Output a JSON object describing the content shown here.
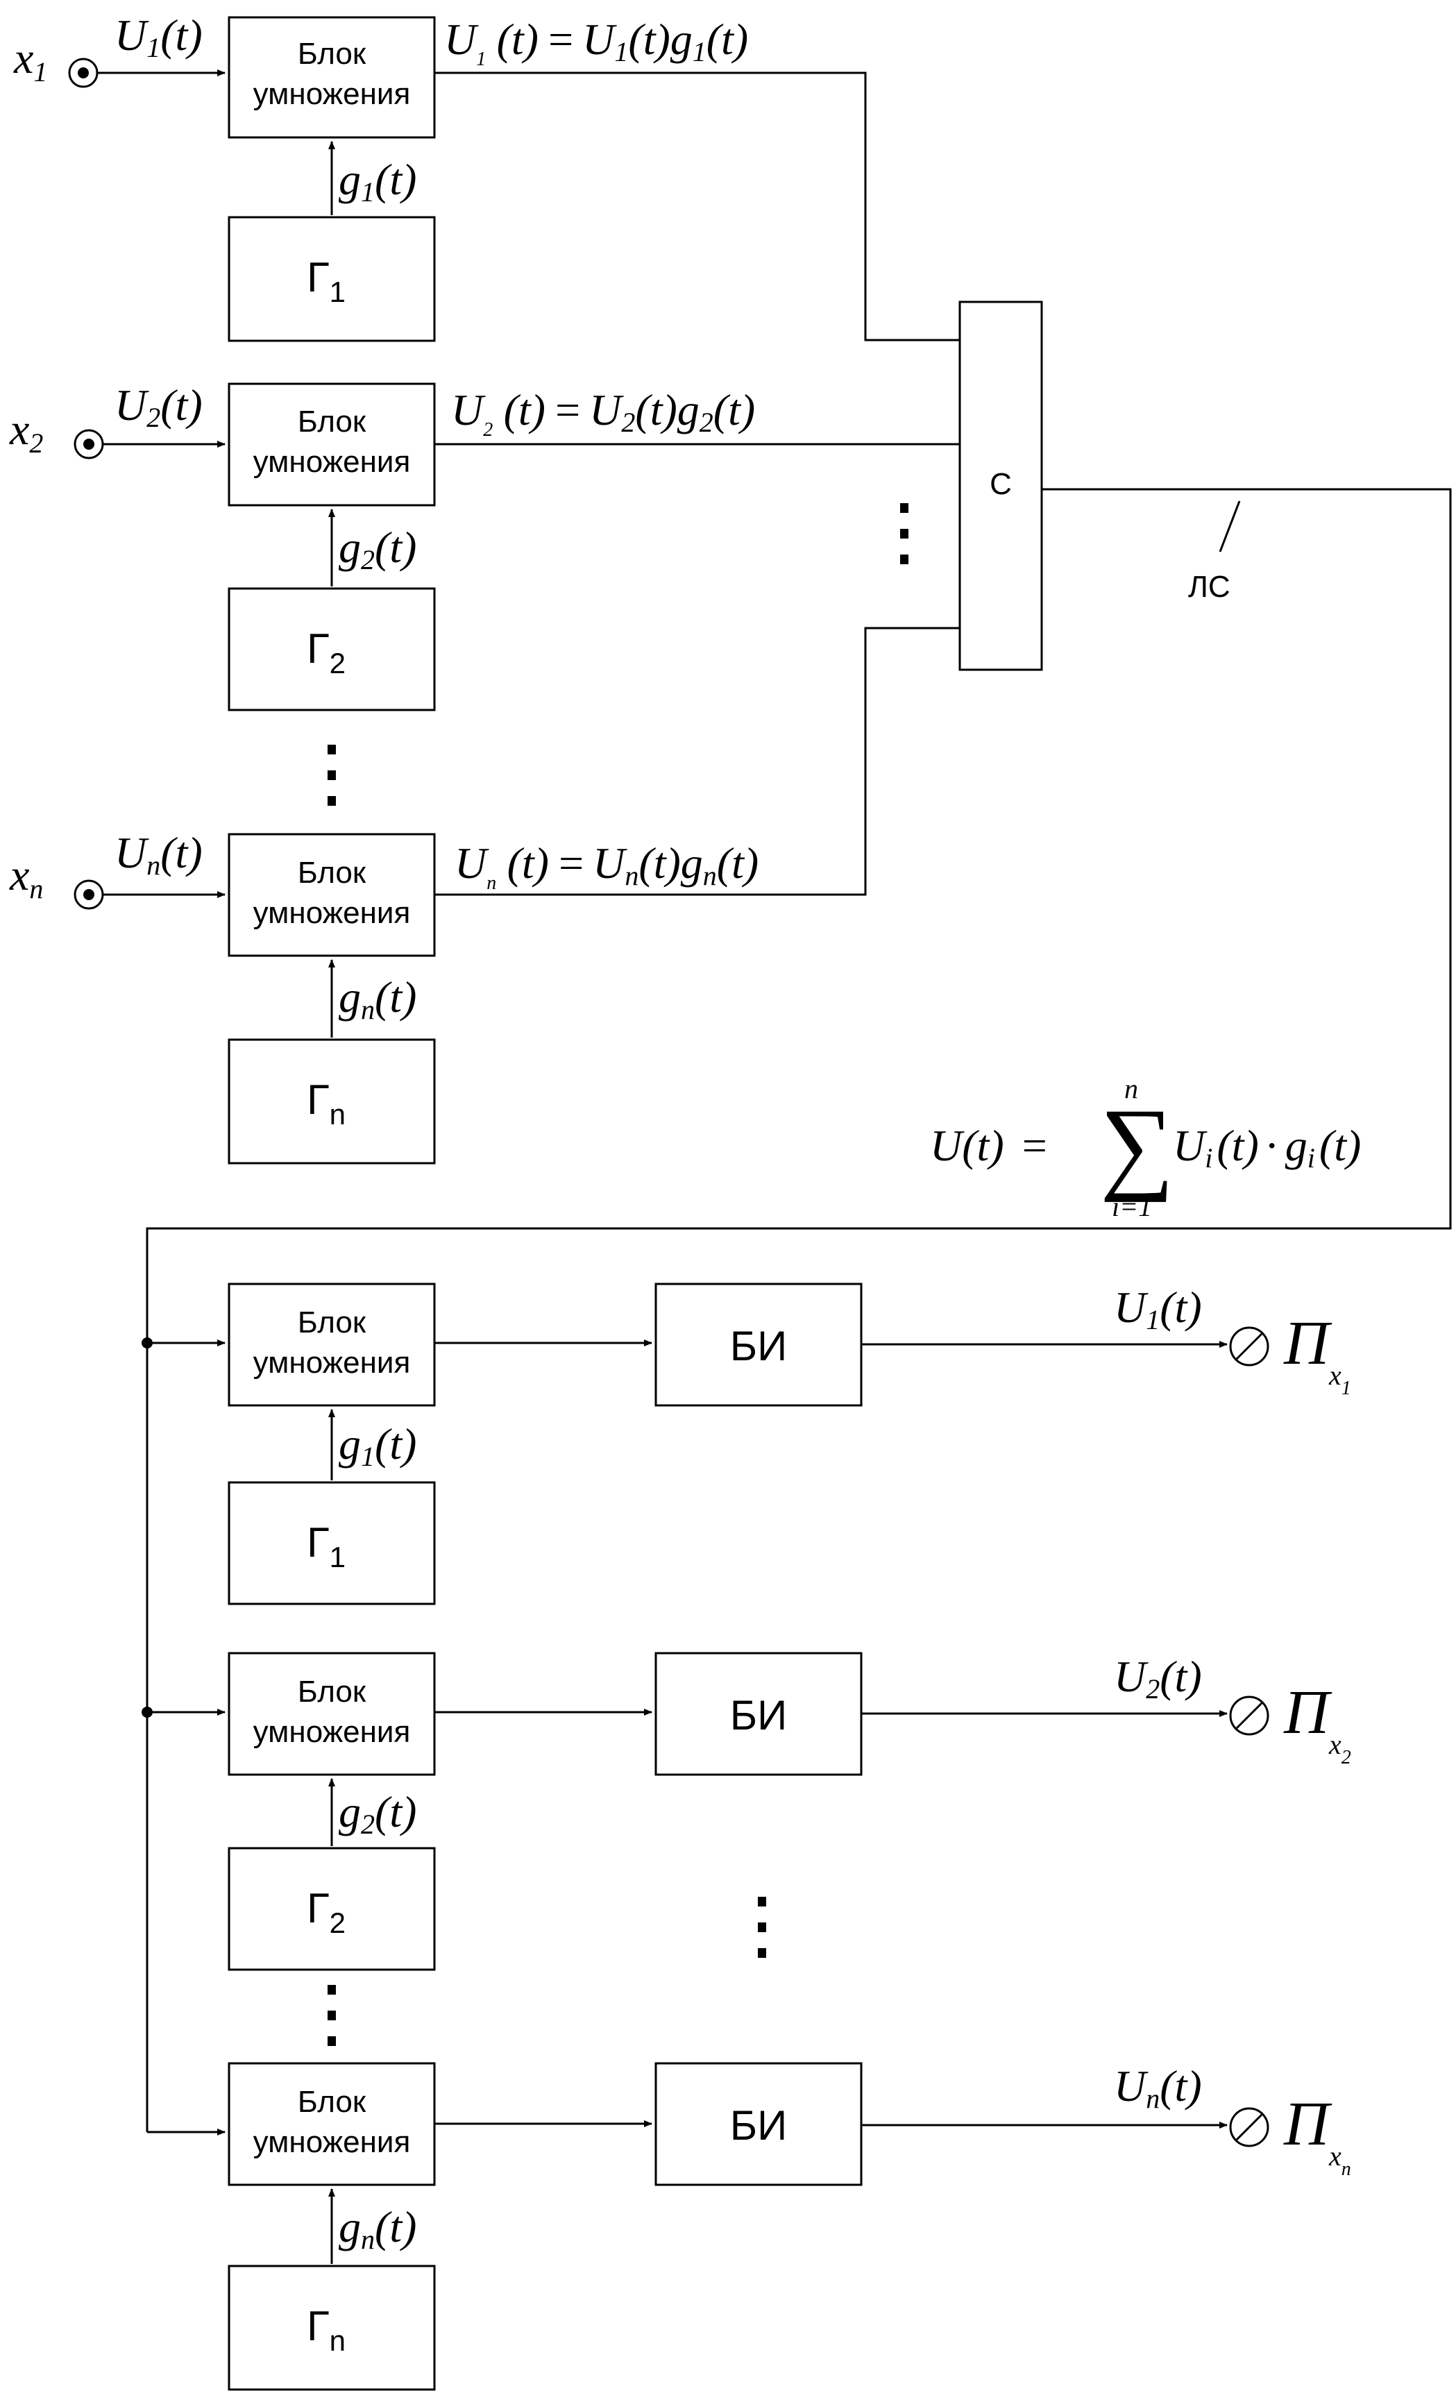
{
  "transmitter": {
    "inputs": [
      "x",
      "x",
      "x"
    ],
    "input_subs": [
      "1",
      "2",
      "n"
    ],
    "multiplier_line1": "Блок",
    "multiplier_line2": "умножения",
    "generator": "Г",
    "generator_subs": [
      "1",
      "2",
      "n"
    ],
    "signal_letter": "U",
    "carrier_letter": "g",
    "arg": "(t)",
    "eq": "=",
    "index_subs": [
      "1",
      "2",
      "n"
    ],
    "ellipsis": "⋮"
  },
  "combiner": {
    "label": "С"
  },
  "line": {
    "label": "ЛС"
  },
  "formula": {
    "lhs": "U",
    "arg": "(t)",
    "eq": "=",
    "sigma": "∑",
    "upper": "n",
    "lower": "i=1",
    "u": "U",
    "i": "i",
    "dot": "·",
    "g": "g"
  },
  "receiver": {
    "integrator": "БИ",
    "output_letter": "U",
    "output_subs": [
      "1",
      "2",
      "n"
    ],
    "arg": "(t)",
    "recipient": "П",
    "recipient_sub_letter": "x",
    "recipient_subs": [
      "1",
      "2",
      "n"
    ],
    "ellipsis": "⋮"
  }
}
